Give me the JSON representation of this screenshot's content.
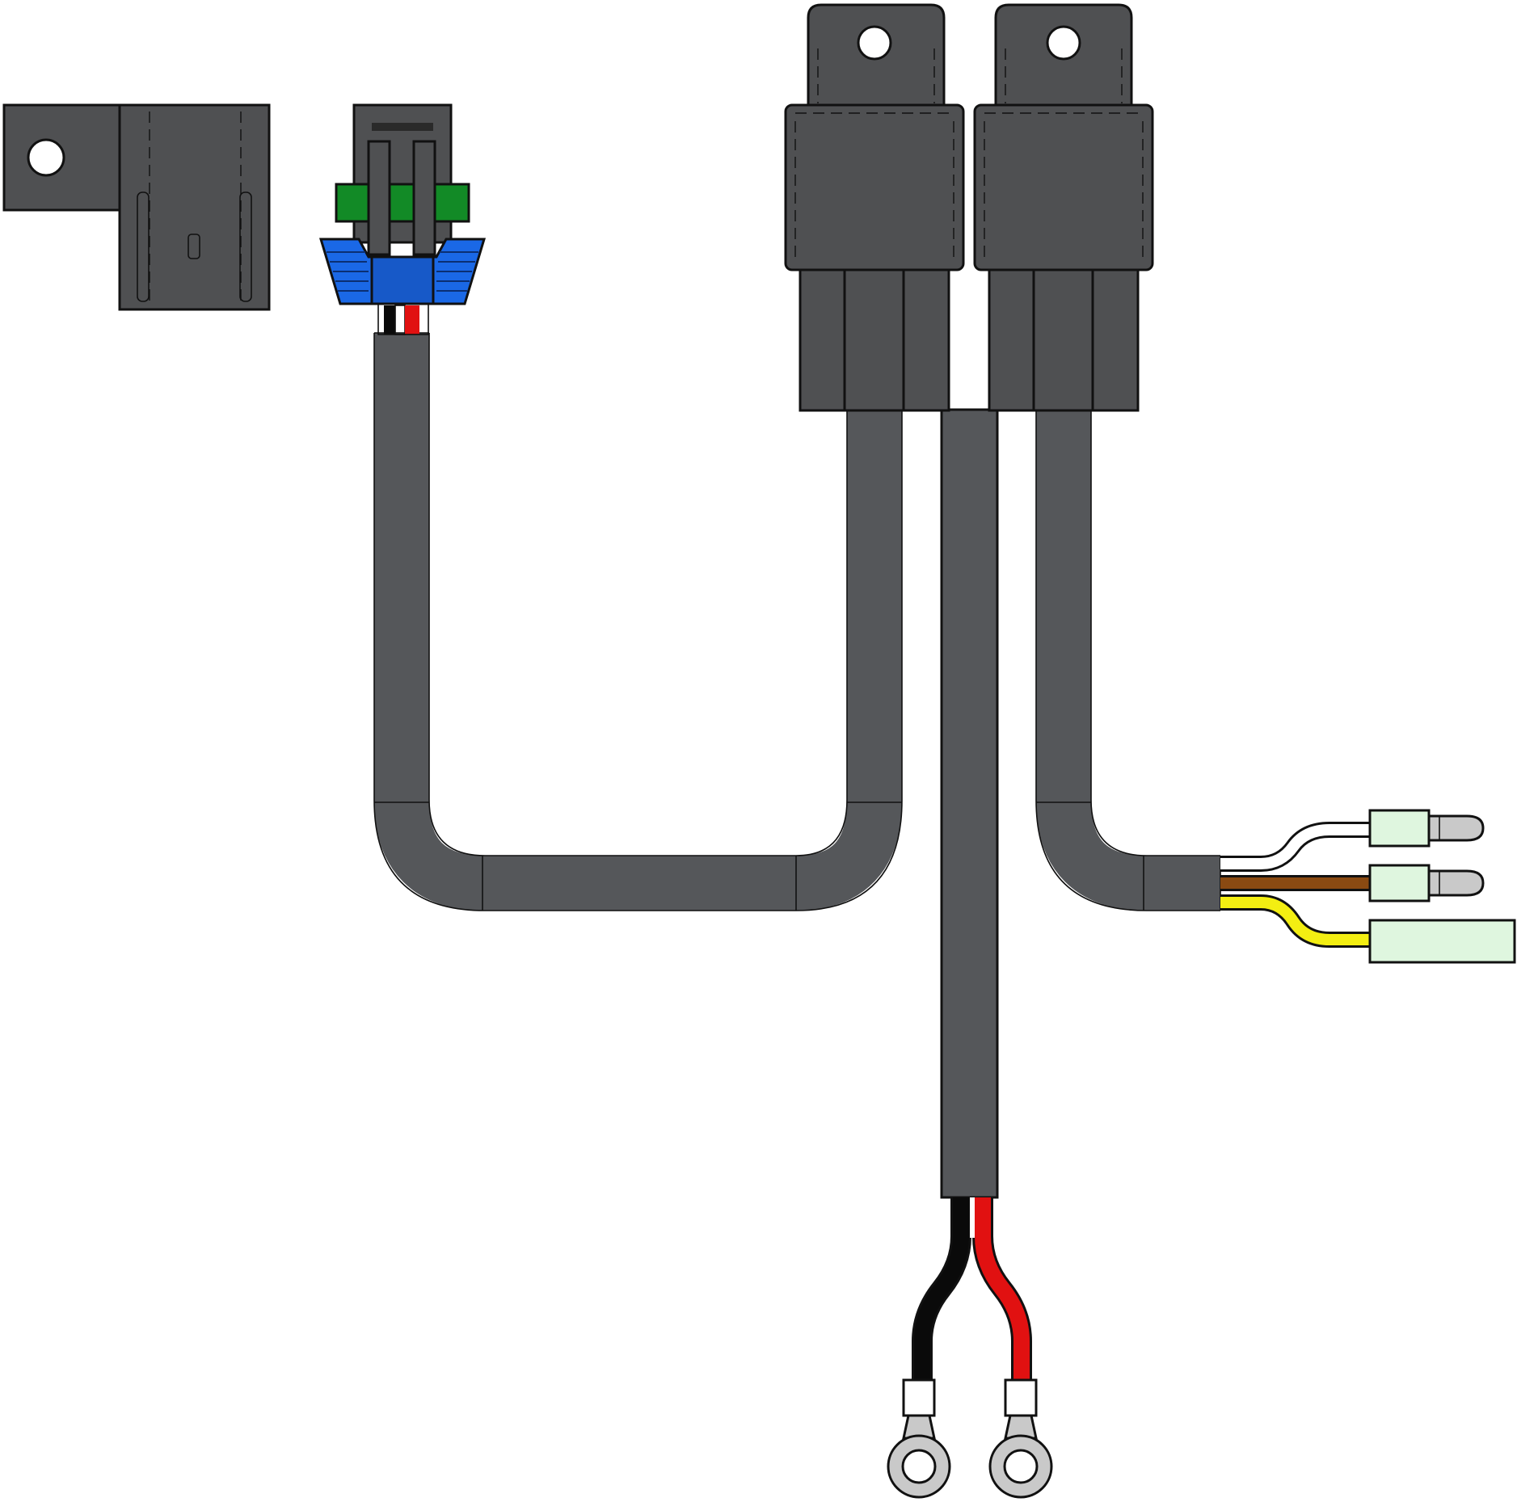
{
  "colors": {
    "background": "#ffffff",
    "housing": "#4f5052",
    "sheath": "#55575a",
    "outline": "#111111",
    "wire_red": "#e11111",
    "wire_black": "#0a0a0a",
    "wire_white": "#ffffff",
    "wire_brown": "#8a4a12",
    "wire_yellow": "#f3ee12",
    "connector_blue": "#1a68e6",
    "seal_green": "#128a26",
    "spade_terminal": "#dff6df",
    "ring_terminal": "#c9c9c9"
  },
  "components": [
    {
      "name": "mounting-bracket",
      "icon": "bracket-icon"
    },
    {
      "name": "weatherproof-connector",
      "icon": "connector-icon",
      "wires": [
        "black",
        "white",
        "red"
      ]
    },
    {
      "name": "relay-1",
      "icon": "relay-icon"
    },
    {
      "name": "relay-2",
      "icon": "relay-icon"
    },
    {
      "name": "power-leads",
      "icon": "ring-terminal-icon",
      "wires": [
        "black",
        "red"
      ]
    },
    {
      "name": "switch-leads",
      "icon": "spade-terminal-icon",
      "wires": [
        "white",
        "brown",
        "yellow"
      ]
    }
  ]
}
